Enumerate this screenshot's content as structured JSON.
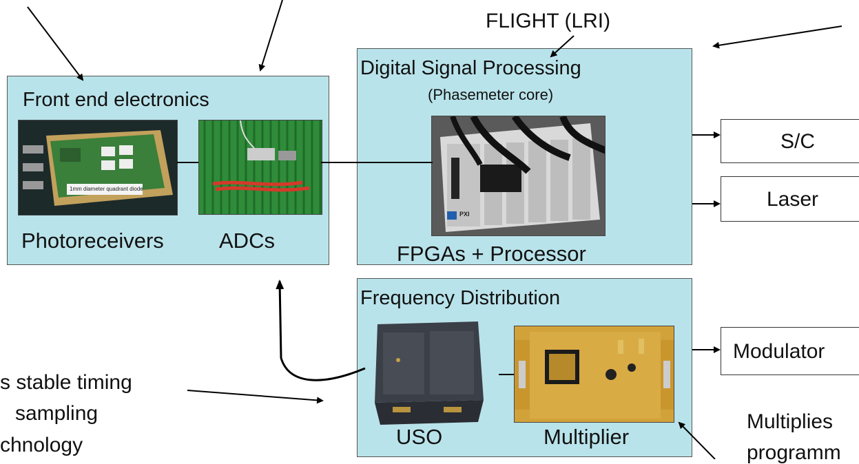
{
  "blocks": {
    "front_end": {
      "title": "Front end electronics",
      "label_left": "Photoreceivers",
      "label_right": "ADCs",
      "photo_caption": "1mm diameter quadrant diode"
    },
    "dsp": {
      "title": "Digital Signal Processing",
      "subtitle": "(Phasemeter core)",
      "bottom": "FPGAs + Processor",
      "chassis_badge": "PXI"
    },
    "freq": {
      "title": "Frequency Distribution",
      "label_left": "USO",
      "label_right": "Multiplier"
    }
  },
  "annotations": {
    "flight": "FLIGHT (LRI)",
    "timing_line1": "s stable timing",
    "timing_line2": "sampling",
    "timing_line3": "chnology",
    "multiplier_line1": "Multiplies",
    "multiplier_line2": "programm"
  },
  "outputs": {
    "sc": "S/C",
    "laser": "Laser",
    "modulator": "Modulator"
  },
  "colors": {
    "block_fill": "#b9e3ea",
    "line": "#000000"
  }
}
